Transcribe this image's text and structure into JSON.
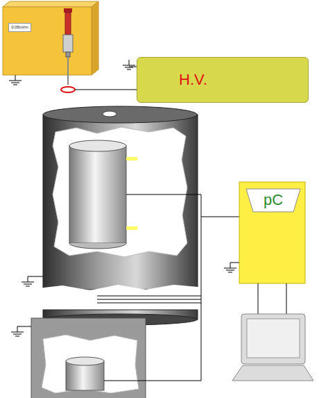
{
  "diagram": {
    "nodes": [
      {
        "text": [
          "0.05ml/m"
        ]
      },
      {
        "text": [
          "H.V."
        ]
      },
      {
        "text": [
          "pC"
        ]
      }
    ]
  }
}
